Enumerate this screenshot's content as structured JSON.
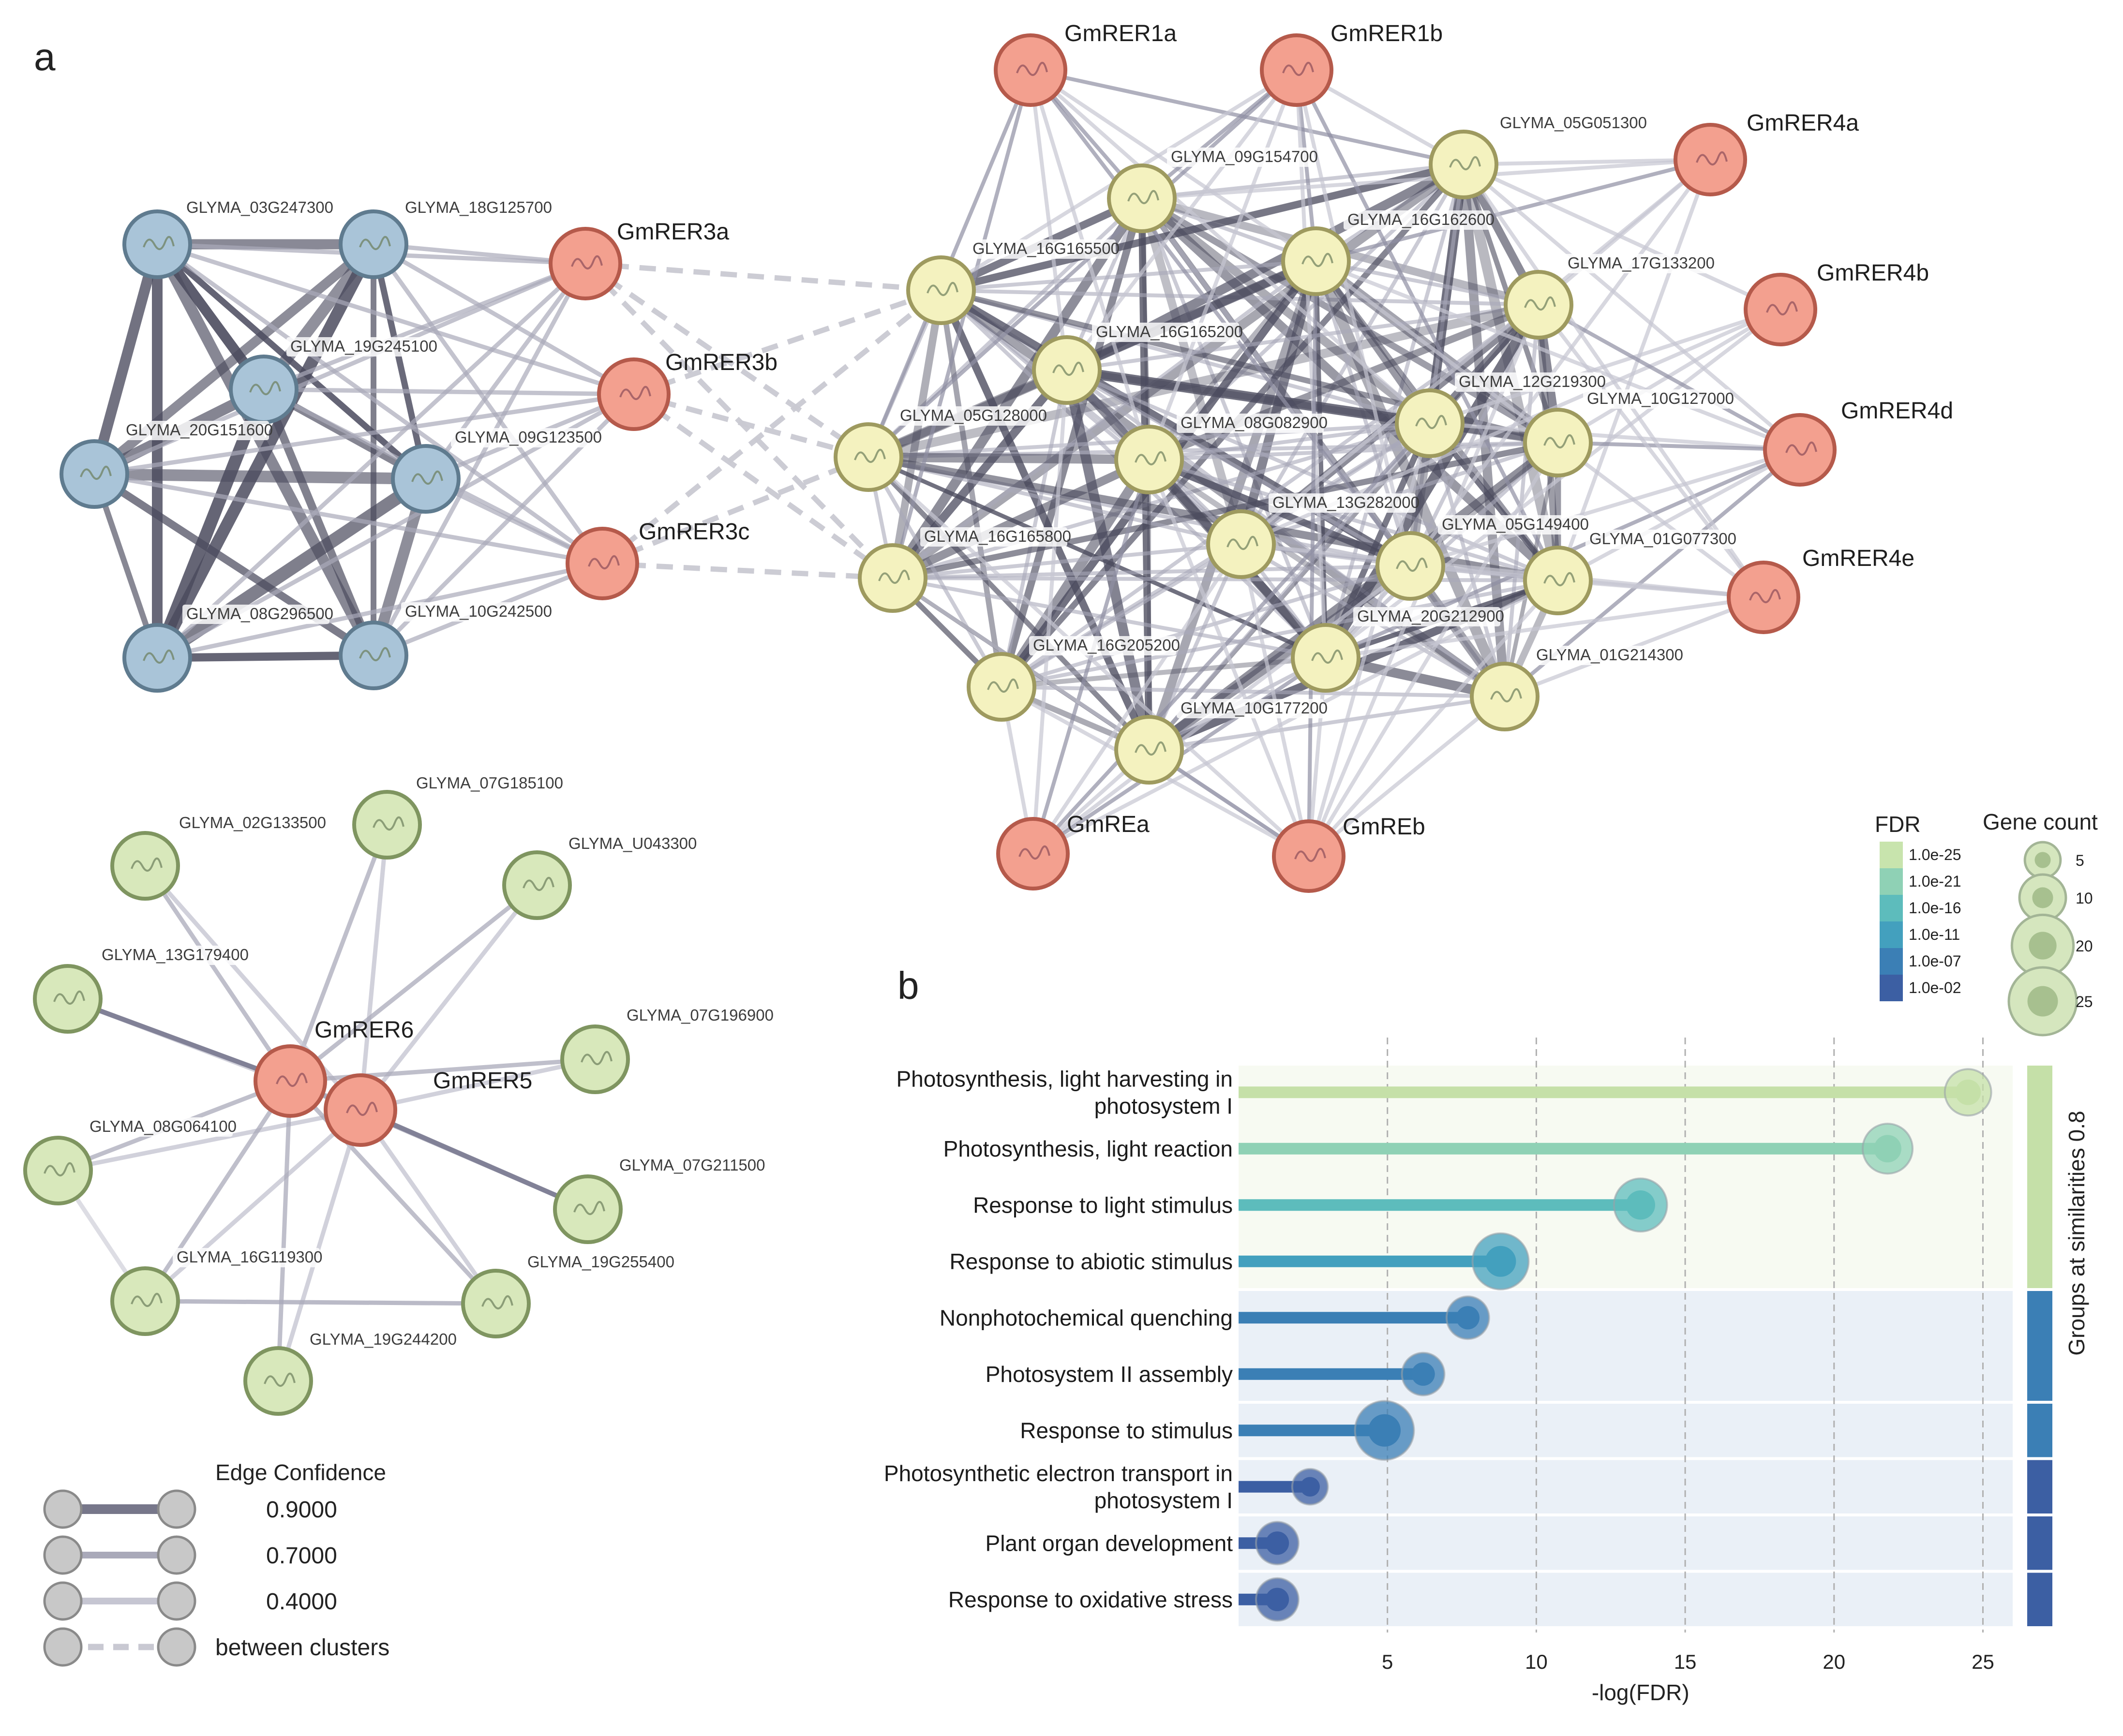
{
  "panel_a": {
    "label": "a",
    "clusters": {
      "blue": {
        "color": "#a9c4d8",
        "stroke": "#5f7b8f",
        "nodes": [
          {
            "id": "GLYMA_03G247300",
            "label": "GLYMA_03G247300"
          },
          {
            "id": "GLYMA_18G125700",
            "label": "GLYMA_18G125700"
          },
          {
            "id": "GLYMA_19G245100",
            "label": "GLYMA_19G245100"
          },
          {
            "id": "GLYMA_20G151600",
            "label": "GLYMA_20G151600"
          },
          {
            "id": "GLYMA_09G123500",
            "label": "GLYMA_09G123500"
          },
          {
            "id": "GLYMA_08G296500",
            "label": "GLYMA_08G296500"
          },
          {
            "id": "GLYMA_10G242500",
            "label": "GLYMA_10G242500"
          }
        ]
      },
      "red": {
        "color": "#f3a08f",
        "stroke": "#b55a4b",
        "nodes": [
          {
            "id": "GmRER3a",
            "label": "GmRER3a"
          },
          {
            "id": "GmRER3b",
            "label": "GmRER3b"
          },
          {
            "id": "GmRER3c",
            "label": "GmRER3c"
          },
          {
            "id": "GmRER1a",
            "label": "GmRER1a"
          },
          {
            "id": "GmRER1b",
            "label": "GmRER1b"
          },
          {
            "id": "GmRER4a",
            "label": "GmRER4a"
          },
          {
            "id": "GmRER4b",
            "label": "GmRER4b"
          },
          {
            "id": "GmRER4d",
            "label": "GmRER4d"
          },
          {
            "id": "GmRER4e",
            "label": "GmRER4e"
          },
          {
            "id": "GmREa",
            "label": "GmREa"
          },
          {
            "id": "GmREb",
            "label": "GmREb"
          },
          {
            "id": "GmRER6",
            "label": "GmRER6"
          },
          {
            "id": "GmRER5",
            "label": "GmRER5"
          }
        ]
      },
      "yellow": {
        "color": "#f4f2bf",
        "stroke": "#9e9a5f",
        "nodes": [
          {
            "id": "GLYMA_09G154700",
            "label": "GLYMA_09G154700"
          },
          {
            "id": "GLYMA_05G051300",
            "label": "GLYMA_05G051300"
          },
          {
            "id": "GLYMA_16G165500",
            "label": "GLYMA_16G165500"
          },
          {
            "id": "GLYMA_16G162600",
            "label": "GLYMA_16G162600"
          },
          {
            "id": "GLYMA_17G133200",
            "label": "GLYMA_17G133200"
          },
          {
            "id": "GLYMA_16G165200",
            "label": "GLYMA_16G165200"
          },
          {
            "id": "GLYMA_12G219300",
            "label": "GLYMA_12G219300"
          },
          {
            "id": "GLYMA_10G127000",
            "label": "GLYMA_10G127000"
          },
          {
            "id": "GLYMA_05G128000",
            "label": "GLYMA_05G128000"
          },
          {
            "id": "GLYMA_08G082900",
            "label": "GLYMA_08G082900"
          },
          {
            "id": "GLYMA_13G282000",
            "label": "GLYMA_13G282000"
          },
          {
            "id": "GLYMA_05G149400",
            "label": "GLYMA_05G149400"
          },
          {
            "id": "GLYMA_01G077300",
            "label": "GLYMA_01G077300"
          },
          {
            "id": "GLYMA_16G165800",
            "label": "GLYMA_16G165800"
          },
          {
            "id": "GLYMA_20G212900",
            "label": "GLYMA_20G212900"
          },
          {
            "id": "GLYMA_01G214300",
            "label": "GLYMA_01G214300"
          },
          {
            "id": "GLYMA_16G205200",
            "label": "GLYMA_16G205200"
          },
          {
            "id": "GLYMA_10G177200",
            "label": "GLYMA_10G177200"
          }
        ]
      },
      "green": {
        "color": "#d8e8bb",
        "stroke": "#7f9560",
        "nodes": [
          {
            "id": "GLYMA_07G185100",
            "label": "GLYMA_07G185100"
          },
          {
            "id": "GLYMA_02G133500",
            "label": "GLYMA_02G133500"
          },
          {
            "id": "GLYMA_U043300",
            "label": "GLYMA_U043300"
          },
          {
            "id": "GLYMA_13G179400",
            "label": "GLYMA_13G179400"
          },
          {
            "id": "GLYMA_07G196900",
            "label": "GLYMA_07G196900"
          },
          {
            "id": "GLYMA_08G064100",
            "label": "GLYMA_08G064100"
          },
          {
            "id": "GLYMA_07G211500",
            "label": "GLYMA_07G211500"
          },
          {
            "id": "GLYMA_16G119300",
            "label": "GLYMA_16G119300"
          },
          {
            "id": "GLYMA_19G255400",
            "label": "GLYMA_19G255400"
          },
          {
            "id": "GLYMA_19G244200",
            "label": "GLYMA_19G244200"
          }
        ]
      }
    },
    "edge_legend": {
      "title": "Edge Confidence",
      "items": [
        {
          "label": "0.9000",
          "color": "#77778a",
          "style": "solid"
        },
        {
          "label": "0.7000",
          "color": "#a9a9b9",
          "style": "solid"
        },
        {
          "label": "0.4000",
          "color": "#c6c6d2",
          "style": "solid"
        },
        {
          "label": "between clusters",
          "color": "#c9c9d2",
          "style": "dashed"
        }
      ]
    }
  },
  "panel_b": {
    "label": "b",
    "chart_data": {
      "type": "lollipop",
      "xlabel": "-log(FDR)",
      "xticks": [
        5,
        10,
        15,
        20,
        25
      ],
      "xlim": [
        0,
        26
      ],
      "categories": [
        "Photosynthesis, light harvesting in photosystem I",
        "Photosynthesis, light reaction",
        "Response to light stimulus",
        "Response to abiotic stimulus",
        "Nonphotochemical quenching",
        "Photosystem II assembly",
        "Response to stimulus",
        "Photosynthetic electron transport in photosystem I",
        "Plant organ development",
        "Response to oxidative stress"
      ],
      "category_lines": [
        [
          "Photosynthesis, light harvesting in",
          "photosystem I"
        ],
        [
          "Photosynthesis, light reaction"
        ],
        [
          "Response to light stimulus"
        ],
        [
          "Response to abiotic stimulus"
        ],
        [
          "Nonphotochemical quenching"
        ],
        [
          "Photosystem II assembly"
        ],
        [
          "Response to stimulus"
        ],
        [
          "Photosynthetic electron transport in",
          "photosystem I"
        ],
        [
          "Plant organ development"
        ],
        [
          "Response to oxidative stress"
        ]
      ],
      "values": [
        24.5,
        21.8,
        13.5,
        8.8,
        7.7,
        6.2,
        4.9,
        2.4,
        1.3,
        1.3
      ],
      "gene_count": [
        10,
        12,
        14,
        16,
        8,
        8,
        18,
        5,
        8,
        8
      ],
      "colors": [
        "#c5e0a8",
        "#8fd1b5",
        "#5dbcbc",
        "#43a0be",
        "#3b7fb5",
        "#3b7fb5",
        "#3b7fb5",
        "#3c5fa3",
        "#3c5fa3",
        "#3c5fa3"
      ],
      "group_bar": {
        "label": "Groups at similarities 0.8",
        "segments": [
          {
            "rows": [
              0,
              3
            ],
            "color": "#c5e0a8"
          },
          {
            "rows": [
              4,
              5
            ],
            "color": "#3b7fb5"
          },
          {
            "rows": [
              6,
              6
            ],
            "color": "#3b7fb5"
          },
          {
            "rows": [
              7,
              7
            ],
            "color": "#3c5fa3"
          },
          {
            "rows": [
              8,
              8
            ],
            "color": "#3c5fa3"
          },
          {
            "rows": [
              9,
              9
            ],
            "color": "#3c5fa3"
          }
        ]
      },
      "fdr_legend": {
        "title": "FDR",
        "items": [
          {
            "label": "1.0e-25",
            "color": "#c8e4ad"
          },
          {
            "label": "1.0e-21",
            "color": "#8fd1b5"
          },
          {
            "label": "1.0e-16",
            "color": "#5dbcbc"
          },
          {
            "label": "1.0e-11",
            "color": "#43a0be"
          },
          {
            "label": "1.0e-07",
            "color": "#3b7fb5"
          },
          {
            "label": "1.0e-02",
            "color": "#3c5fa3"
          }
        ]
      },
      "gene_count_legend": {
        "title": "Gene count",
        "items": [
          {
            "label": "5",
            "value": 5
          },
          {
            "label": "10",
            "value": 10
          },
          {
            "label": "20",
            "value": 20
          },
          {
            "label": "25",
            "value": 25
          }
        ]
      }
    }
  }
}
